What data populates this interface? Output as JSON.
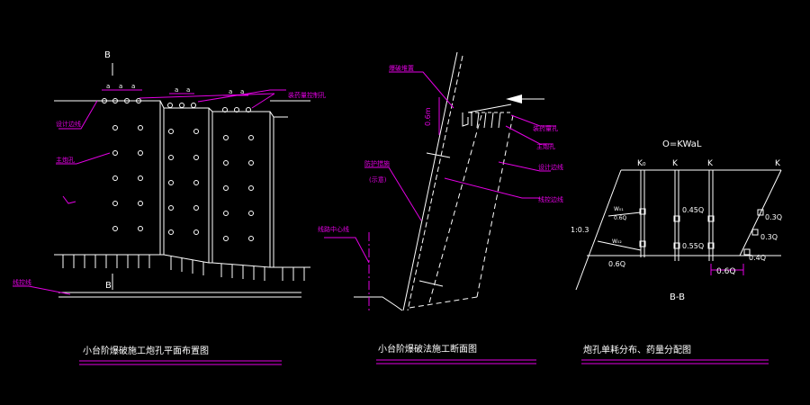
{
  "colors": {
    "background": "#000000",
    "lines": "#ffffff",
    "annotations": "#e400e4"
  },
  "left": {
    "section_mark": "B",
    "section_mark_bottom": "B",
    "spacing_label": "a",
    "label_loading_holes": "装药量控制孔",
    "label_design_line": "设计边线",
    "label_main_holes": "主炮孔",
    "label_boundary": "线控线",
    "title": "小台阶爆破施工炮孔平面布置图"
  },
  "middle": {
    "label_blast_mound": "爆破堆置",
    "label_height": "0.6m",
    "label_protect": "防护措施",
    "label_protect_sub": "(示意)",
    "label_loading_holes": "装药量孔",
    "label_main_hole": "主炮孔",
    "label_design_line": "设计边线",
    "label_control_line": "线控边线",
    "label_centerline": "线路中心线",
    "title": "小台阶爆破法施工断面图"
  },
  "right": {
    "formula": "O=KWaL",
    "k0": "K₀",
    "k1": "K",
    "k2": "K",
    "k3": "K",
    "slope": "1:0.3",
    "w1": "W₀₁",
    "w2": "W₀₂",
    "q1": "0.6Q",
    "q2": "0.6Q",
    "q3": "0.45Q",
    "q4": "0.55Q",
    "q5": "0.3Q",
    "q6": "0.3Q",
    "q7": "0.4Q",
    "dim": "0.6Q",
    "section": "B-B",
    "title": "炮孔单耗分布、药量分配图"
  }
}
